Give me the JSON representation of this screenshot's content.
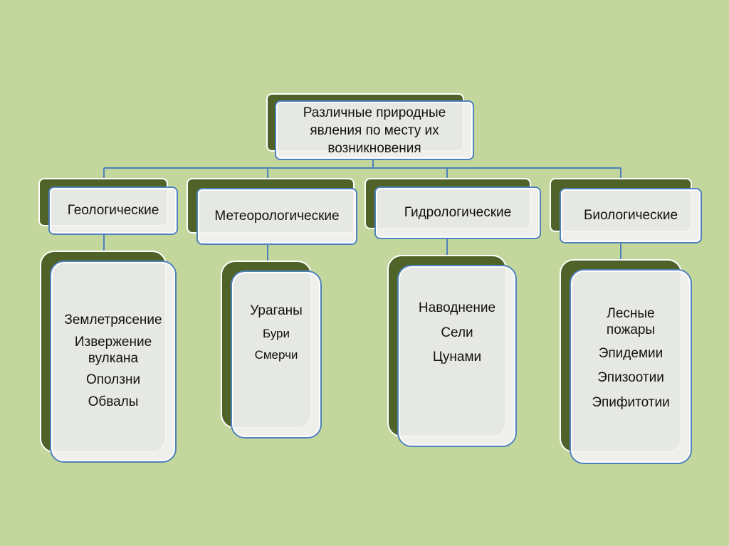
{
  "root": {
    "label": "Различные природные явления по месту их возникновения"
  },
  "categories": [
    {
      "label": "Геологические",
      "items": [
        "Землетрясение",
        "Извержение вулкана",
        "Оползни",
        "Обвалы"
      ]
    },
    {
      "label": "Метеорологические",
      "items": [
        "Ураганы",
        "Бури",
        "Смерчи"
      ]
    },
    {
      "label": "Гидрологические",
      "items": [
        "Наводнение",
        "Сели",
        "Цунами"
      ]
    },
    {
      "label": "Биологические",
      "items": [
        "Лесные пожары",
        "Эпидемии",
        "Эпизоотии",
        "Эпифитотии"
      ]
    }
  ],
  "colors": {
    "background": "#c3d69b",
    "card_shadow": "#4f6228",
    "card_border": "#4f81bd",
    "connector": "#4f81bd"
  }
}
